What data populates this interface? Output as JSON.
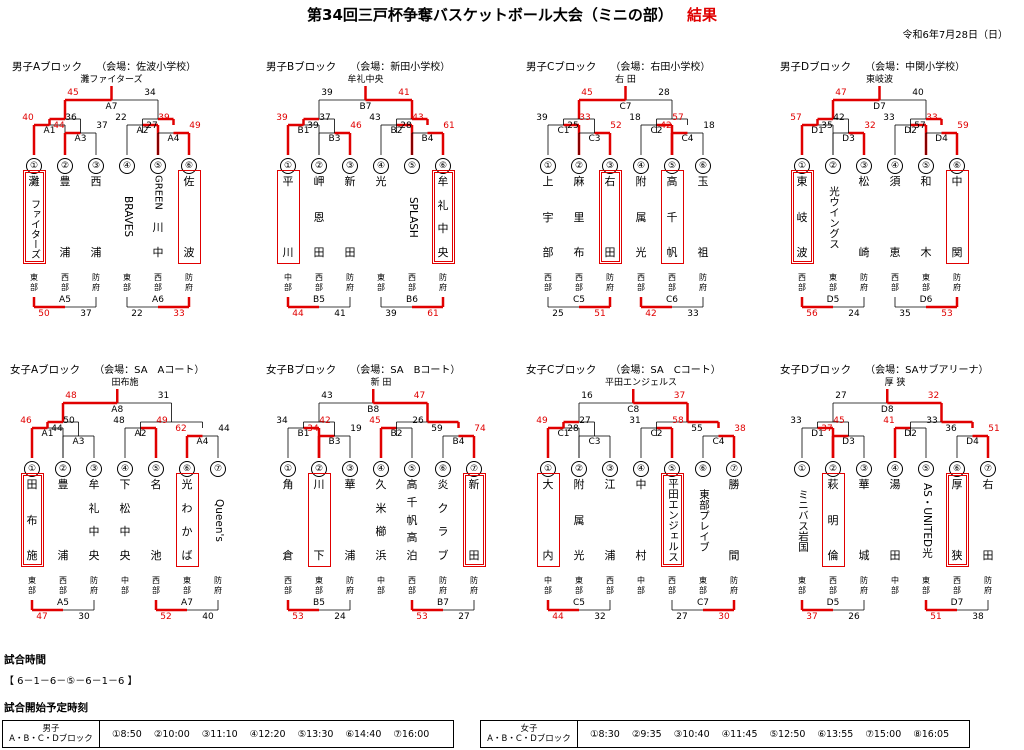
{
  "title": "第34回三戸杯争奪バスケットボール大会（ミニの部）",
  "title_result": "結果",
  "date": "令和6年7月28日（日）",
  "blocks": [
    {
      "name": "男子Aブロック",
      "venue": "（会場：佐波小学校）",
      "winner": "灘ファイターズ",
      "final": {
        "code": "A7",
        "l": "45",
        "r": "34",
        "lw": true
      },
      "semis": [
        {
          "code": "A1",
          "l": "40",
          "r": "36",
          "lw": true
        },
        {
          "code": "A3",
          "l": "44",
          "r": "37",
          "lw": true
        },
        {
          "code": "A2",
          "l": "22",
          "r": "39",
          "lw": false
        },
        {
          "code": "A4",
          "l": "27",
          "r": "49",
          "lw": false
        }
      ],
      "teams": [
        {
          "n": "①",
          "name": [
            "灘",
            "ファイターズ"
          ],
          "area": "東部",
          "box": "dbl"
        },
        {
          "n": "②",
          "name": [
            "豊",
            "浦"
          ],
          "area": "西部"
        },
        {
          "n": "③",
          "name": [
            "西",
            "浦"
          ],
          "area": "防府"
        },
        {
          "n": "④",
          "name": [
            "BRAVES"
          ],
          "area": "東部"
        },
        {
          "n": "⑤",
          "name": [
            "GREEN",
            "川",
            "中"
          ],
          "area": "西部"
        },
        {
          "n": "⑥",
          "name": [
            "佐",
            "波"
          ],
          "area": "防府",
          "box": "sgl"
        }
      ],
      "lower": [
        {
          "code": "A5",
          "l": "50",
          "r": "37",
          "lw": true
        },
        {
          "code": "A6",
          "l": "22",
          "r": "33",
          "lw": false
        }
      ]
    },
    {
      "name": "男子Bブロック",
      "venue": "（会場：新田小学校）",
      "winner": "牟礼中央",
      "final": {
        "code": "B7",
        "l": "39",
        "r": "41",
        "lw": false
      },
      "semis": [
        {
          "code": "B1",
          "l": "39",
          "r": "37",
          "lw": true
        },
        {
          "code": "B3",
          "l": "39",
          "r": "46",
          "lw": false
        },
        {
          "code": "B2",
          "l": "43",
          "r": "43",
          "lw": false
        },
        {
          "code": "B4",
          "l": "28",
          "r": "61",
          "lw": false
        }
      ],
      "teams": [
        {
          "n": "①",
          "name": [
            "平",
            "川"
          ],
          "area": "中部",
          "box": "sgl"
        },
        {
          "n": "②",
          "name": [
            "岬",
            "恩",
            "田"
          ],
          "area": "西部"
        },
        {
          "n": "③",
          "name": [
            "新",
            "田"
          ],
          "area": "防府"
        },
        {
          "n": "④",
          "name": [
            "光"
          ],
          "area": "東部"
        },
        {
          "n": "⑤",
          "name": [
            "SPLASH"
          ],
          "area": "西部"
        },
        {
          "n": "⑥",
          "name": [
            "牟",
            "礼",
            "中",
            "央"
          ],
          "area": "防府",
          "box": "dbl"
        }
      ],
      "lower": [
        {
          "code": "B5",
          "l": "44",
          "r": "41",
          "lw": true
        },
        {
          "code": "B6",
          "l": "39",
          "r": "61",
          "lw": false
        }
      ]
    },
    {
      "name": "男子Cブロック",
      "venue": "（会場：右田小学校）",
      "winner": "右 田",
      "final": {
        "code": "C7",
        "l": "45",
        "r": "28",
        "lw": true
      },
      "semis": [
        {
          "code": "C1",
          "l": "39",
          "r": "33",
          "lw": false
        },
        {
          "code": "C3",
          "l": "25",
          "r": "52",
          "lw": false
        },
        {
          "code": "C2",
          "l": "18",
          "r": "57",
          "lw": false
        },
        {
          "code": "C4",
          "l": "42",
          "r": "18",
          "lw": true
        }
      ],
      "teams": [
        {
          "n": "①",
          "name": [
            "上",
            "宇",
            "部"
          ],
          "area": "西部"
        },
        {
          "n": "②",
          "name": [
            "麻",
            "里",
            "布"
          ],
          "area": "西部"
        },
        {
          "n": "③",
          "name": [
            "右",
            "田"
          ],
          "area": "防府",
          "box": "dbl"
        },
        {
          "n": "④",
          "name": [
            "附",
            "属",
            "光"
          ],
          "area": "西部"
        },
        {
          "n": "⑤",
          "name": [
            "高",
            "千",
            "帆"
          ],
          "area": "西部",
          "box": "sgl"
        },
        {
          "n": "⑥",
          "name": [
            "玉",
            "祖"
          ],
          "area": "防府"
        }
      ],
      "lower": [
        {
          "code": "C5",
          "l": "25",
          "r": "51",
          "lw": false
        },
        {
          "code": "C6",
          "l": "42",
          "r": "33",
          "lw": true
        }
      ]
    },
    {
      "name": "男子Dブロック",
      "venue": "（会場：中関小学校）",
      "winner": "東岐波",
      "final": {
        "code": "D7",
        "l": "47",
        "r": "40",
        "lw": true
      },
      "semis": [
        {
          "code": "D1",
          "l": "57",
          "r": "42",
          "lw": true
        },
        {
          "code": "D3",
          "l": "35",
          "r": "32",
          "lw": false
        },
        {
          "code": "D2",
          "l": "33",
          "r": "33",
          "lw": false
        },
        {
          "code": "D4",
          "l": "57",
          "r": "59",
          "lw": false
        }
      ],
      "teams": [
        {
          "n": "①",
          "name": [
            "東",
            "岐",
            "波"
          ],
          "area": "西部",
          "box": "dbl"
        },
        {
          "n": "②",
          "name": [
            "光ウイングス"
          ],
          "area": "東部"
        },
        {
          "n": "③",
          "name": [
            "松",
            "崎"
          ],
          "area": "防府"
        },
        {
          "n": "④",
          "name": [
            "須",
            "恵"
          ],
          "area": "西部"
        },
        {
          "n": "⑤",
          "name": [
            "和",
            "木"
          ],
          "area": "東部"
        },
        {
          "n": "⑥",
          "name": [
            "中",
            "関"
          ],
          "area": "防府",
          "box": "sgl"
        }
      ],
      "lower": [
        {
          "code": "D5",
          "l": "56",
          "r": "24",
          "lw": true
        },
        {
          "code": "D6",
          "l": "35",
          "r": "53",
          "lw": false
        }
      ]
    },
    {
      "name": "女子Aブロック",
      "venue": "（会場：SA　Aコート）",
      "winner": "田布施",
      "final": {
        "code": "A8",
        "l": "48",
        "r": "31",
        "lw": true
      },
      "semis": [
        {
          "code": "A1",
          "l": "46",
          "r": "50",
          "lw": true
        },
        {
          "code": "A3",
          "l": "44",
          "r": "",
          "lw": false
        },
        {
          "code": "A2",
          "l": "48",
          "r": "49",
          "lw": false
        },
        {
          "code": "A4",
          "l": "62",
          "r": "44",
          "lw": true
        }
      ],
      "teams": [
        {
          "n": "①",
          "name": [
            "田",
            "布",
            "施"
          ],
          "area": "東部",
          "box": "dbl"
        },
        {
          "n": "②",
          "name": [
            "豊",
            "浦"
          ],
          "area": "西部"
        },
        {
          "n": "③",
          "name": [
            "牟",
            "礼",
            "中",
            "央"
          ],
          "area": "防府"
        },
        {
          "n": "④",
          "name": [
            "下",
            "松",
            "中",
            "央"
          ],
          "area": "中部"
        },
        {
          "n": "⑤",
          "name": [
            "名",
            "池"
          ],
          "area": "西部"
        },
        {
          "n": "⑥",
          "name": [
            "光",
            "わ",
            "か",
            "ば"
          ],
          "area": "東部",
          "box": "sgl"
        },
        {
          "n": "⑦",
          "name": [
            "Queen's"
          ],
          "area": "防府"
        }
      ],
      "lower": [
        {
          "code": "A5",
          "l": "47",
          "r": "30",
          "lw": true
        },
        {
          "code": "A7",
          "l": "52",
          "r": "40",
          "lw": true
        }
      ]
    },
    {
      "name": "女子Bブロック",
      "venue": "（会場：SA　Bコート）",
      "winner": "新 田",
      "final": {
        "code": "B8",
        "l": "43",
        "r": "47",
        "lw": false
      },
      "semis": [
        {
          "code": "B1",
          "l": "34",
          "r": "42",
          "lw": false
        },
        {
          "code": "B3",
          "l": "34",
          "r": "19",
          "lw": true
        },
        {
          "code": "B2",
          "l": "45",
          "r": "26",
          "lw": true
        },
        {
          "code": "B4",
          "l": "59",
          "r": "74",
          "lw": false
        }
      ],
      "teams": [
        {
          "n": "①",
          "name": [
            "角",
            "倉"
          ],
          "area": "西部"
        },
        {
          "n": "②",
          "name": [
            "川",
            "下"
          ],
          "area": "東部",
          "box": "sgl"
        },
        {
          "n": "③",
          "name": [
            "華",
            "浦"
          ],
          "area": "防府"
        },
        {
          "n": "④",
          "name": [
            "久",
            "米",
            "櫛",
            "浜"
          ],
          "area": "中部"
        },
        {
          "n": "⑤",
          "name": [
            "高",
            "千",
            "帆",
            "高",
            "泊"
          ],
          "area": "西部"
        },
        {
          "n": "⑥",
          "name": [
            "炎",
            "ク",
            "ラ",
            "ブ"
          ],
          "area": "防府"
        },
        {
          "n": "⑦",
          "name": [
            "新",
            "田"
          ],
          "area": "防府",
          "box": "dbl"
        }
      ],
      "lower": [
        {
          "code": "B5",
          "l": "53",
          "r": "24",
          "lw": true
        },
        {
          "code": "B7",
          "l": "53",
          "r": "27",
          "lw": true
        }
      ]
    },
    {
      "name": "女子Cブロック",
      "venue": "（会場：SA　Cコート）",
      "winner": "平田エンジェルス",
      "final": {
        "code": "C8",
        "l": "16",
        "r": "37",
        "lw": false
      },
      "semis": [
        {
          "code": "C1",
          "l": "49",
          "r": "27",
          "lw": true
        },
        {
          "code": "C3",
          "l": "28",
          "r": "",
          "lw": false
        },
        {
          "code": "C2",
          "l": "31",
          "r": "58",
          "lw": false
        },
        {
          "code": "C4",
          "l": "55",
          "r": "38",
          "lw": false
        }
      ],
      "teams": [
        {
          "n": "①",
          "name": [
            "大",
            "内"
          ],
          "area": "中部",
          "box": "sgl"
        },
        {
          "n": "②",
          "name": [
            "附",
            "属",
            "光"
          ],
          "area": "東部"
        },
        {
          "n": "③",
          "name": [
            "江",
            "浦"
          ],
          "area": "西部"
        },
        {
          "n": "④",
          "name": [
            "中",
            "村"
          ],
          "area": "中部"
        },
        {
          "n": "⑤",
          "name": [
            "平田エンジェルス"
          ],
          "area": "西部",
          "box": "dbl"
        },
        {
          "n": "⑥",
          "name": [
            "東部プレイブ"
          ],
          "area": "東部"
        },
        {
          "n": "⑦",
          "name": [
            "勝",
            "間"
          ],
          "area": "防府"
        }
      ],
      "lower": [
        {
          "code": "C5",
          "l": "44",
          "r": "32",
          "lw": true
        },
        {
          "code": "C7",
          "l": "27",
          "r": "30",
          "lw": false
        }
      ]
    },
    {
      "name": "女子Dブロック",
      "venue": "（会場：SAサブアリーナ）",
      "winner": "厚 狭",
      "final": {
        "code": "D8",
        "l": "27",
        "r": "32",
        "lw": false
      },
      "semis": [
        {
          "code": "D1",
          "l": "33",
          "r": "45",
          "lw": false
        },
        {
          "code": "D3",
          "l": "37",
          "r": "",
          "lw": true
        },
        {
          "code": "D2",
          "l": "41",
          "r": "33",
          "lw": true
        },
        {
          "code": "D4",
          "l": "36",
          "r": "51",
          "lw": false
        }
      ],
      "teams": [
        {
          "n": "①",
          "name": [
            "ミニバス岩国"
          ],
          "area": "東部"
        },
        {
          "n": "②",
          "name": [
            "萩",
            "明",
            "倫"
          ],
          "area": "西部",
          "box": "sgl"
        },
        {
          "n": "③",
          "name": [
            "華",
            "城"
          ],
          "area": "防府"
        },
        {
          "n": "④",
          "name": [
            "湯",
            "田"
          ],
          "area": "中部"
        },
        {
          "n": "⑤",
          "name": [
            "AS・UNITED光"
          ],
          "area": "東部"
        },
        {
          "n": "⑥",
          "name": [
            "厚",
            "狭"
          ],
          "area": "西部",
          "box": "dbl"
        },
        {
          "n": "⑦",
          "name": [
            "右",
            "田"
          ],
          "area": "防府"
        }
      ],
      "lower": [
        {
          "code": "D5",
          "l": "37",
          "r": "26",
          "lw": true
        },
        {
          "code": "D7",
          "l": "51",
          "r": "38",
          "lw": true
        }
      ]
    }
  ],
  "schedule_heading": "試合時間",
  "order": "【 6－1－6－⑤－6－1－6 】",
  "start_heading": "試合開始予定時刻",
  "boys_label": [
    "男子",
    "A・B・C・Dブロック"
  ],
  "boys_times": [
    "①8:50",
    "②10:00",
    "③11:10",
    "④12:20",
    "⑤13:30",
    "⑥14:40",
    "⑦16:00"
  ],
  "girls_label": [
    "女子",
    "A・B・C・Dブロック"
  ],
  "girls_times": [
    "①8:30",
    "②9:35",
    "③10:40",
    "④11:45",
    "⑤12:50",
    "⑥13:55",
    "⑦15:00",
    "⑧16:05"
  ],
  "colors": {
    "win": "#e00000",
    "line": "#000000"
  }
}
